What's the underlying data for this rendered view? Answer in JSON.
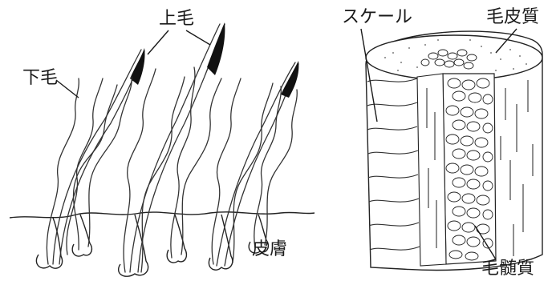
{
  "left_panel": {
    "labels": {
      "guard_hair": "上毛",
      "underfur": "下毛",
      "skin": "皮膚"
    }
  },
  "right_panel": {
    "labels": {
      "scale": "スケール",
      "cortex": "毛皮質",
      "medulla": "毛髄質"
    }
  }
}
